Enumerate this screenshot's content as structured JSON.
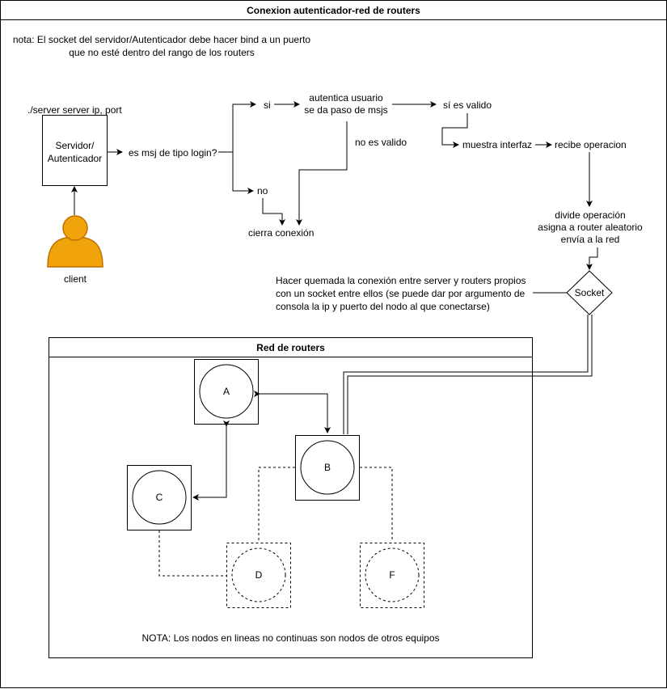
{
  "title": "Conexion autenticador-red de routers",
  "note_top": [
    "nota: El socket del servidor/Autenticador debe hacer bind a un puerto",
    "que no esté dentro del rango de los routers"
  ],
  "server_cmd": "./server server ip, port",
  "server_box": [
    "Servidor/",
    "Autenticador"
  ],
  "client_label": "client",
  "question_login": "es msj de tipo login?",
  "yes_label": "si",
  "no_label": "no",
  "auth_text": [
    "autentica usuario",
    "se da paso de msjs"
  ],
  "invalid_label": "no es valido",
  "close_label": "cierra conexión",
  "valid_label": "sí es valido",
  "show_ui": "muestra interfaz",
  "receive_op": "recibe operacion",
  "divide_text": [
    "divide operación",
    "asigna a router aleatorio",
    "envía a la red"
  ],
  "socket_note": [
    "Hacer quemada la conexión entre server y routers propios",
    "con un socket entre ellos (se puede dar por argumento de",
    "consola la ip y puerto del nodo al que conectarse)"
  ],
  "socket_label": "Socket",
  "network_title": "Red de routers",
  "nodes": {
    "a": "A",
    "b": "B",
    "c": "C",
    "d": "D",
    "f": "F"
  },
  "network_note": "NOTA: Los nodos en lineas no continuas son nodos de otros equipos",
  "colors": {
    "client_fill": "#f0a30a",
    "client_stroke": "#bd7000",
    "line": "#000000"
  }
}
